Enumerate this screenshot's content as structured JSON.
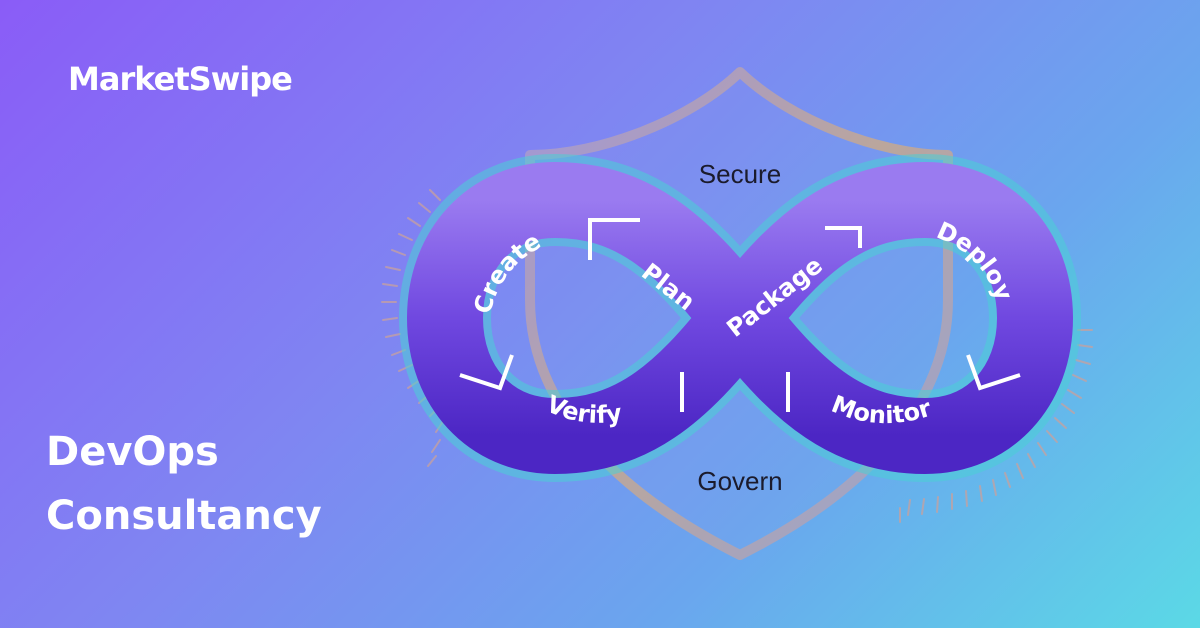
{
  "brand": {
    "name": "MarketSwipe"
  },
  "headline": {
    "line1": "DevOps",
    "line2": "Consultancy"
  },
  "diagram": {
    "shield_top": "Secure",
    "shield_bottom": "Govern",
    "stages": {
      "create": "Create",
      "plan": "Plan",
      "package": "Package",
      "deploy": "Deploy",
      "monitor": "Monitor",
      "verify": "Verify"
    }
  },
  "colors": {
    "background_start": "#8a5cf7",
    "background_end": "#5bd9e6",
    "loop_purple": "#6a3ed9",
    "loop_dark": "#4c26c4",
    "loop_glow": "#4ad0d6",
    "shield_stroke": "#a49fd8",
    "text_light": "#ffffff",
    "text_dark": "#1b1b2c"
  }
}
